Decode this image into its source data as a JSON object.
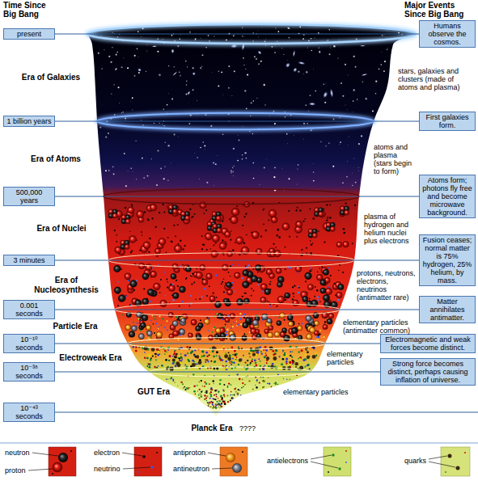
{
  "diagram": {
    "nodes": [
      {
        "text": [
          "present"
        ]
      },
      {
        "text": [
          "Humans observe the cosmos."
        ]
      },
      {
        "text": [
          "1 billion years"
        ]
      },
      {
        "text": [
          "First galaxies form."
        ]
      },
      {
        "text": [
          "500,000 years"
        ]
      },
      {
        "text": [
          "Atoms form; photons fly free and become microwave background."
        ]
      },
      {
        "text": [
          "3 minutes"
        ]
      },
      {
        "text": [
          "Fusion ceases; normal matter is 75% hydrogen, 25% helium, by mass."
        ]
      },
      {
        "text": [
          "0.001 seconds"
        ]
      },
      {
        "text": [
          "Matter annihilates antimatter."
        ]
      },
      {
        "text": [
          "10⁻¹⁰ seconds"
        ]
      },
      {
        "text": [
          "Electromagnetic and weak forces become distinct."
        ]
      },
      {
        "text": [
          "10⁻³⁸ seconds"
        ]
      },
      {
        "text": [
          "Strong force becomes distinct, perhaps causing inflation of universe."
        ]
      },
      {
        "text": [
          "10⁻⁴³ seconds"
        ]
      }
    ],
    "edges": [
      {
        "from": 0,
        "to": 1,
        "arrow": "none"
      },
      {
        "from": 2,
        "to": 3,
        "arrow": "none"
      },
      {
        "from": 4,
        "to": 5,
        "arrow": "none"
      },
      {
        "from": 6,
        "to": 7,
        "arrow": "none"
      },
      {
        "from": 8,
        "to": 9,
        "arrow": "none"
      },
      {
        "from": 10,
        "to": 11,
        "arrow": "none"
      },
      {
        "from": 12,
        "to": 13,
        "arrow": "none"
      }
    ],
    "labels": [
      "Time Since Big Bang",
      "Major Events Since Big Bang",
      "Era of Galaxies",
      "stars, galaxies and clusters (made of atoms and plasma)",
      "Era of Atoms",
      "atoms and plasma (stars begin to form)",
      "Era of Nuclei",
      "plasma of hydrogen and helium nuclei plus electrons",
      "Era of Nucleosynthesis",
      "protons, neutrons, electrons, neutrinos (antimatter rare)",
      "Particle Era",
      "elementary particles (antimatter common)",
      "Electroweak Era",
      "elementary particles",
      "GUT Era",
      "elementary particles",
      "Planck Era",
      "????"
    ],
    "legend": [
      {
        "text": "neutron"
      },
      {
        "text": "proton"
      },
      {
        "text": "electron"
      },
      {
        "text": "neutrino"
      },
      {
        "text": "antiproton"
      },
      {
        "text": "antineutron"
      },
      {
        "text": "antielectrons"
      },
      {
        "text": "quarks"
      }
    ]
  }
}
